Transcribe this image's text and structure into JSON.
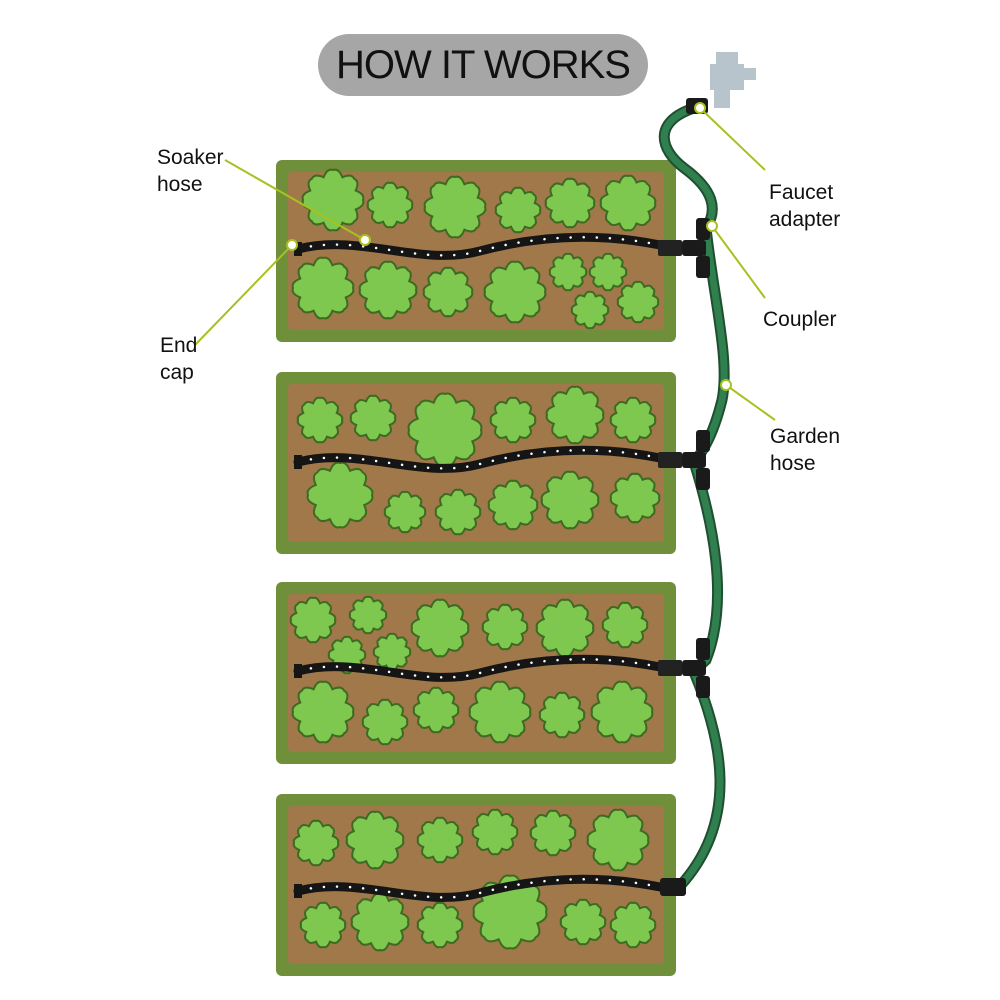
{
  "title": "HOW IT WORKS",
  "labels": {
    "soaker_hose": "Soaker\nhose",
    "end_cap": "End\ncap",
    "faucet_adapter": "Faucet\nadapter",
    "coupler": "Coupler",
    "garden_hose": "Garden\nhose"
  },
  "colors": {
    "bed_soil": "#a0784a",
    "bed_border": "#6f8f3a",
    "plant_fill": "#7ec850",
    "plant_stroke": "#3f6a22",
    "soaker_hose": "#151515",
    "garden_hose": "#2f7f4f",
    "leader_line": "#a8c020",
    "faucet": "#b8c4cc",
    "title_pill": "#a6a6a6"
  },
  "icons": [
    "faucet-icon",
    "coupler-icon",
    "end-cap-icon",
    "plant-icon"
  ]
}
